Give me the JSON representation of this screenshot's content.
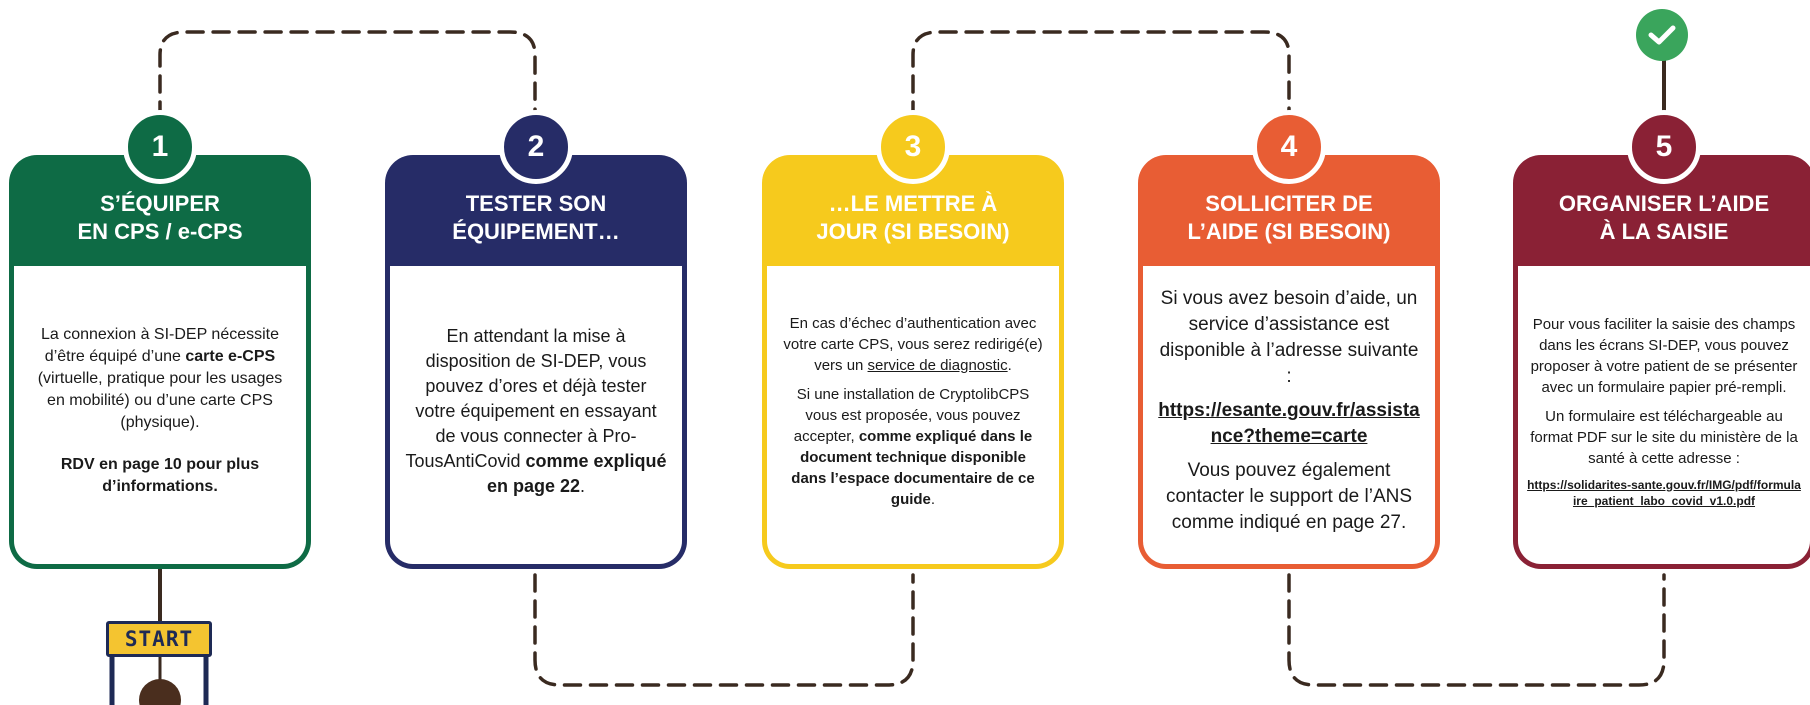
{
  "colors": {
    "step1": "#0e6b45",
    "step2": "#262c67",
    "step3": "#f6ca1d",
    "step4": "#e85d34",
    "step5": "#8a2135",
    "check": "#3aa55c"
  },
  "start_label": "START",
  "steps": [
    {
      "number": "1",
      "title_line1": "S’ÉQUIPER",
      "title_line2": "EN CPS / e-CPS",
      "text_a": "La connexion à SI-DEP nécessite d’être équipé d’une ",
      "text_b": "carte e-CPS",
      "text_c": " (virtuelle, pratique pour les usages en mobilité) ou d’une carte CPS (physique).",
      "rdv": "RDV en page 10 pour plus d’informations."
    },
    {
      "number": "2",
      "title_line1": "TESTER SON",
      "title_line2": "ÉQUIPEMENT…",
      "text_a": "En attendant la mise à disposition de SI-DEP, vous pouvez d’ores et déjà tester votre équipement en essayant de vous connecter à Pro-TousAntiCovid ",
      "text_b": "comme expliqué",
      "text_c": "en page 22",
      "text_d": "."
    },
    {
      "number": "3",
      "title_line1": "…LE METTRE À",
      "title_line2": "JOUR (SI BESOIN)",
      "p1_a": "En cas d’échec d’authentication avec votre carte CPS, vous serez redirigé(e) vers un ",
      "p1_link": "service de diagnostic",
      "p1_end": ".",
      "p2_a": "Si une installation de CryptolibCPS vous est proposée, vous pouvez accepter, ",
      "p2_b": "comme expliqué dans le document technique disponible dans l’espace documentaire de ce guide",
      "p2_end": "."
    },
    {
      "number": "4",
      "title_line1": "SOLLICITER DE",
      "title_line2": "L’AIDE (SI BESOIN)",
      "p1": "Si vous avez besoin d’aide, un service d’assistance est disponible à l’adresse suivante :",
      "link": "https://esante.gouv.fr/assistance?theme=carte",
      "p2": "Vous pouvez également contacter le support de l’ANS comme indiqué en page 27."
    },
    {
      "number": "5",
      "title_line1": "ORGANISER L’AIDE",
      "title_line2": "À LA SAISIE",
      "p1": "Pour vous faciliter la saisie des champs dans les écrans SI-DEP, vous pouvez proposer à votre patient de se présenter avec un formulaire papier pré-rempli.",
      "p2": "Un formulaire est téléchargeable au format PDF sur le site du ministère de la santé à cette adresse :",
      "link": "https://solidarites-sante.gouv.fr/IMG/pdf/formulaire_patient_labo_covid_v1.0.pdf"
    }
  ]
}
